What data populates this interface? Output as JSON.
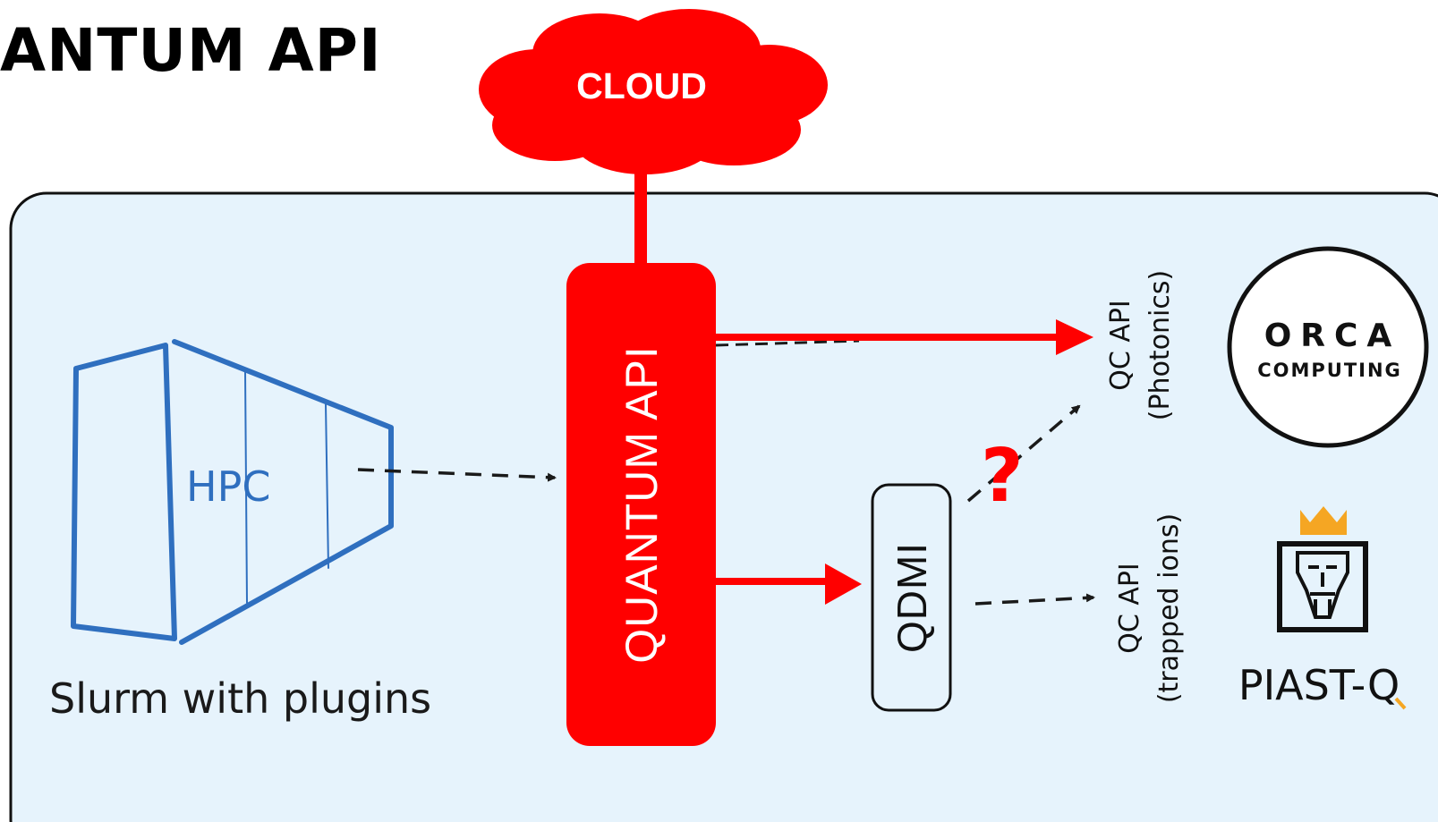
{
  "title": "ANTUM API",
  "cloud": {
    "label": "CLOUD"
  },
  "hpc": {
    "label": "HPC",
    "caption": "Slurm with plugins"
  },
  "quantum_api": {
    "label": "QUANTUM API"
  },
  "qdmi": {
    "label": "QDMI"
  },
  "question_mark": "?",
  "qc_photonics": {
    "line1": "QC API",
    "line2": "(Photonics)"
  },
  "qc_ions": {
    "line1": "QC API",
    "line2": "(trapped ions)"
  },
  "orca": {
    "line1": "ORCA",
    "line2": "COMPUTING"
  },
  "piast": {
    "label": "PIAST-Q"
  },
  "colors": {
    "accent_red": "#ff0000",
    "panel_fill": "#e6f3fc",
    "hpc_blue": "#2f6fbf",
    "crown_gold": "#f5a623"
  }
}
